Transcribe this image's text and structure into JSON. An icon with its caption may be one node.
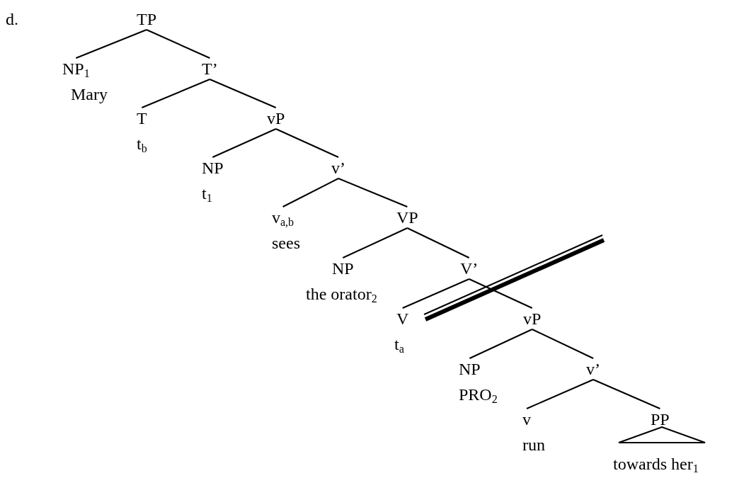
{
  "diagram": {
    "nodes": [
      {
        "text": [
          "TP"
        ]
      },
      {
        "text": [
          "NP$_{1}$",
          "Mary"
        ]
      },
      {
        "text": [
          "T’"
        ]
      },
      {
        "text": [
          "T",
          "t$_{b}$"
        ]
      },
      {
        "text": [
          "vP"
        ]
      },
      {
        "text": [
          "NP",
          "t$_{1}$"
        ]
      },
      {
        "text": [
          "v’"
        ]
      },
      {
        "text": [
          "v$_{a,b}$",
          "sees"
        ]
      },
      {
        "text": [
          "VP"
        ]
      },
      {
        "text": [
          "NP",
          "the orator$_{2}$"
        ]
      },
      {
        "text": [
          "V’"
        ]
      },
      {
        "text": [
          "V",
          "t$_{a}$"
        ]
      },
      {
        "text": [
          "vP"
        ]
      },
      {
        "text": [
          "NP",
          "PRO$_{2}$"
        ]
      },
      {
        "text": [
          "v’"
        ]
      },
      {
        "text": [
          "v",
          "run"
        ]
      },
      {
        "text": [
          "PP"
        ]
      },
      {
        "text": [
          "towards her$_{1}$"
        ]
      }
    ],
    "edges": [
      {
        "from": 0,
        "to": 1,
        "arrow": "none"
      },
      {
        "from": 0,
        "to": 2,
        "arrow": "none"
      },
      {
        "from": 2,
        "to": 3,
        "arrow": "none"
      },
      {
        "from": 2,
        "to": 4,
        "arrow": "none"
      },
      {
        "from": 4,
        "to": 5,
        "arrow": "none"
      },
      {
        "from": 4,
        "to": 6,
        "arrow": "none"
      },
      {
        "from": 6,
        "to": 7,
        "arrow": "none"
      },
      {
        "from": 6,
        "to": 8,
        "arrow": "none"
      },
      {
        "from": 8,
        "to": 9,
        "arrow": "none"
      },
      {
        "from": 8,
        "to": 10,
        "arrow": "none"
      },
      {
        "from": 10,
        "to": 11,
        "arrow": "none"
      },
      {
        "from": 10,
        "to": 12,
        "arrow": "none"
      },
      {
        "from": 12,
        "to": 13,
        "arrow": "none"
      },
      {
        "from": 12,
        "to": 14,
        "arrow": "none"
      },
      {
        "from": 14,
        "to": 15,
        "arrow": "none"
      },
      {
        "from": 14,
        "to": 16,
        "arrow": "none"
      }
    ],
    "labels": [
      "d."
    ]
  }
}
